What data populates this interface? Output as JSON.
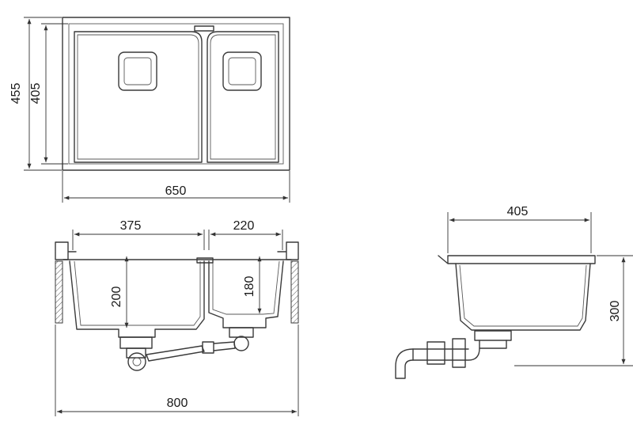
{
  "drawing": {
    "dimensions": {
      "top_depth_outer": "455",
      "top_depth_inner": "405",
      "top_width": "650",
      "front_big_bowl_width": "375",
      "front_small_bowl_width": "220",
      "front_big_bowl_depth": "200",
      "front_small_bowl_depth": "180",
      "front_total_width": "800",
      "side_width": "405",
      "side_height": "300"
    },
    "colors": {
      "line": "#3a3a3a",
      "background": "#ffffff"
    }
  }
}
